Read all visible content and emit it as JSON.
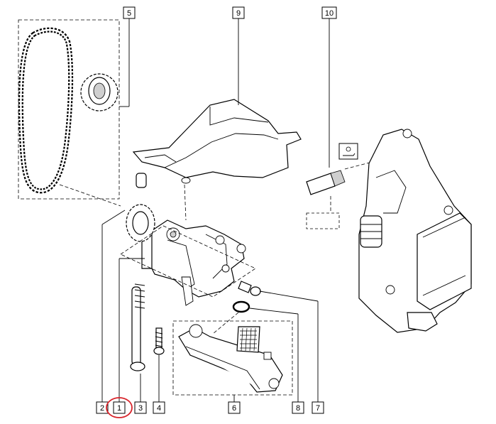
{
  "callouts": [
    {
      "label": "1",
      "highlighted": true
    },
    {
      "label": "2"
    },
    {
      "label": "3"
    },
    {
      "label": "4"
    },
    {
      "label": "5"
    },
    {
      "label": "6"
    },
    {
      "label": "7"
    },
    {
      "label": "8"
    },
    {
      "label": "9"
    },
    {
      "label": "10"
    }
  ],
  "colors": {
    "line": "#000000",
    "highlight_ring": "#d8232a",
    "background": "#ffffff"
  },
  "icons": {
    "sensor_symbol": "oil-pressure-warning-icon"
  }
}
